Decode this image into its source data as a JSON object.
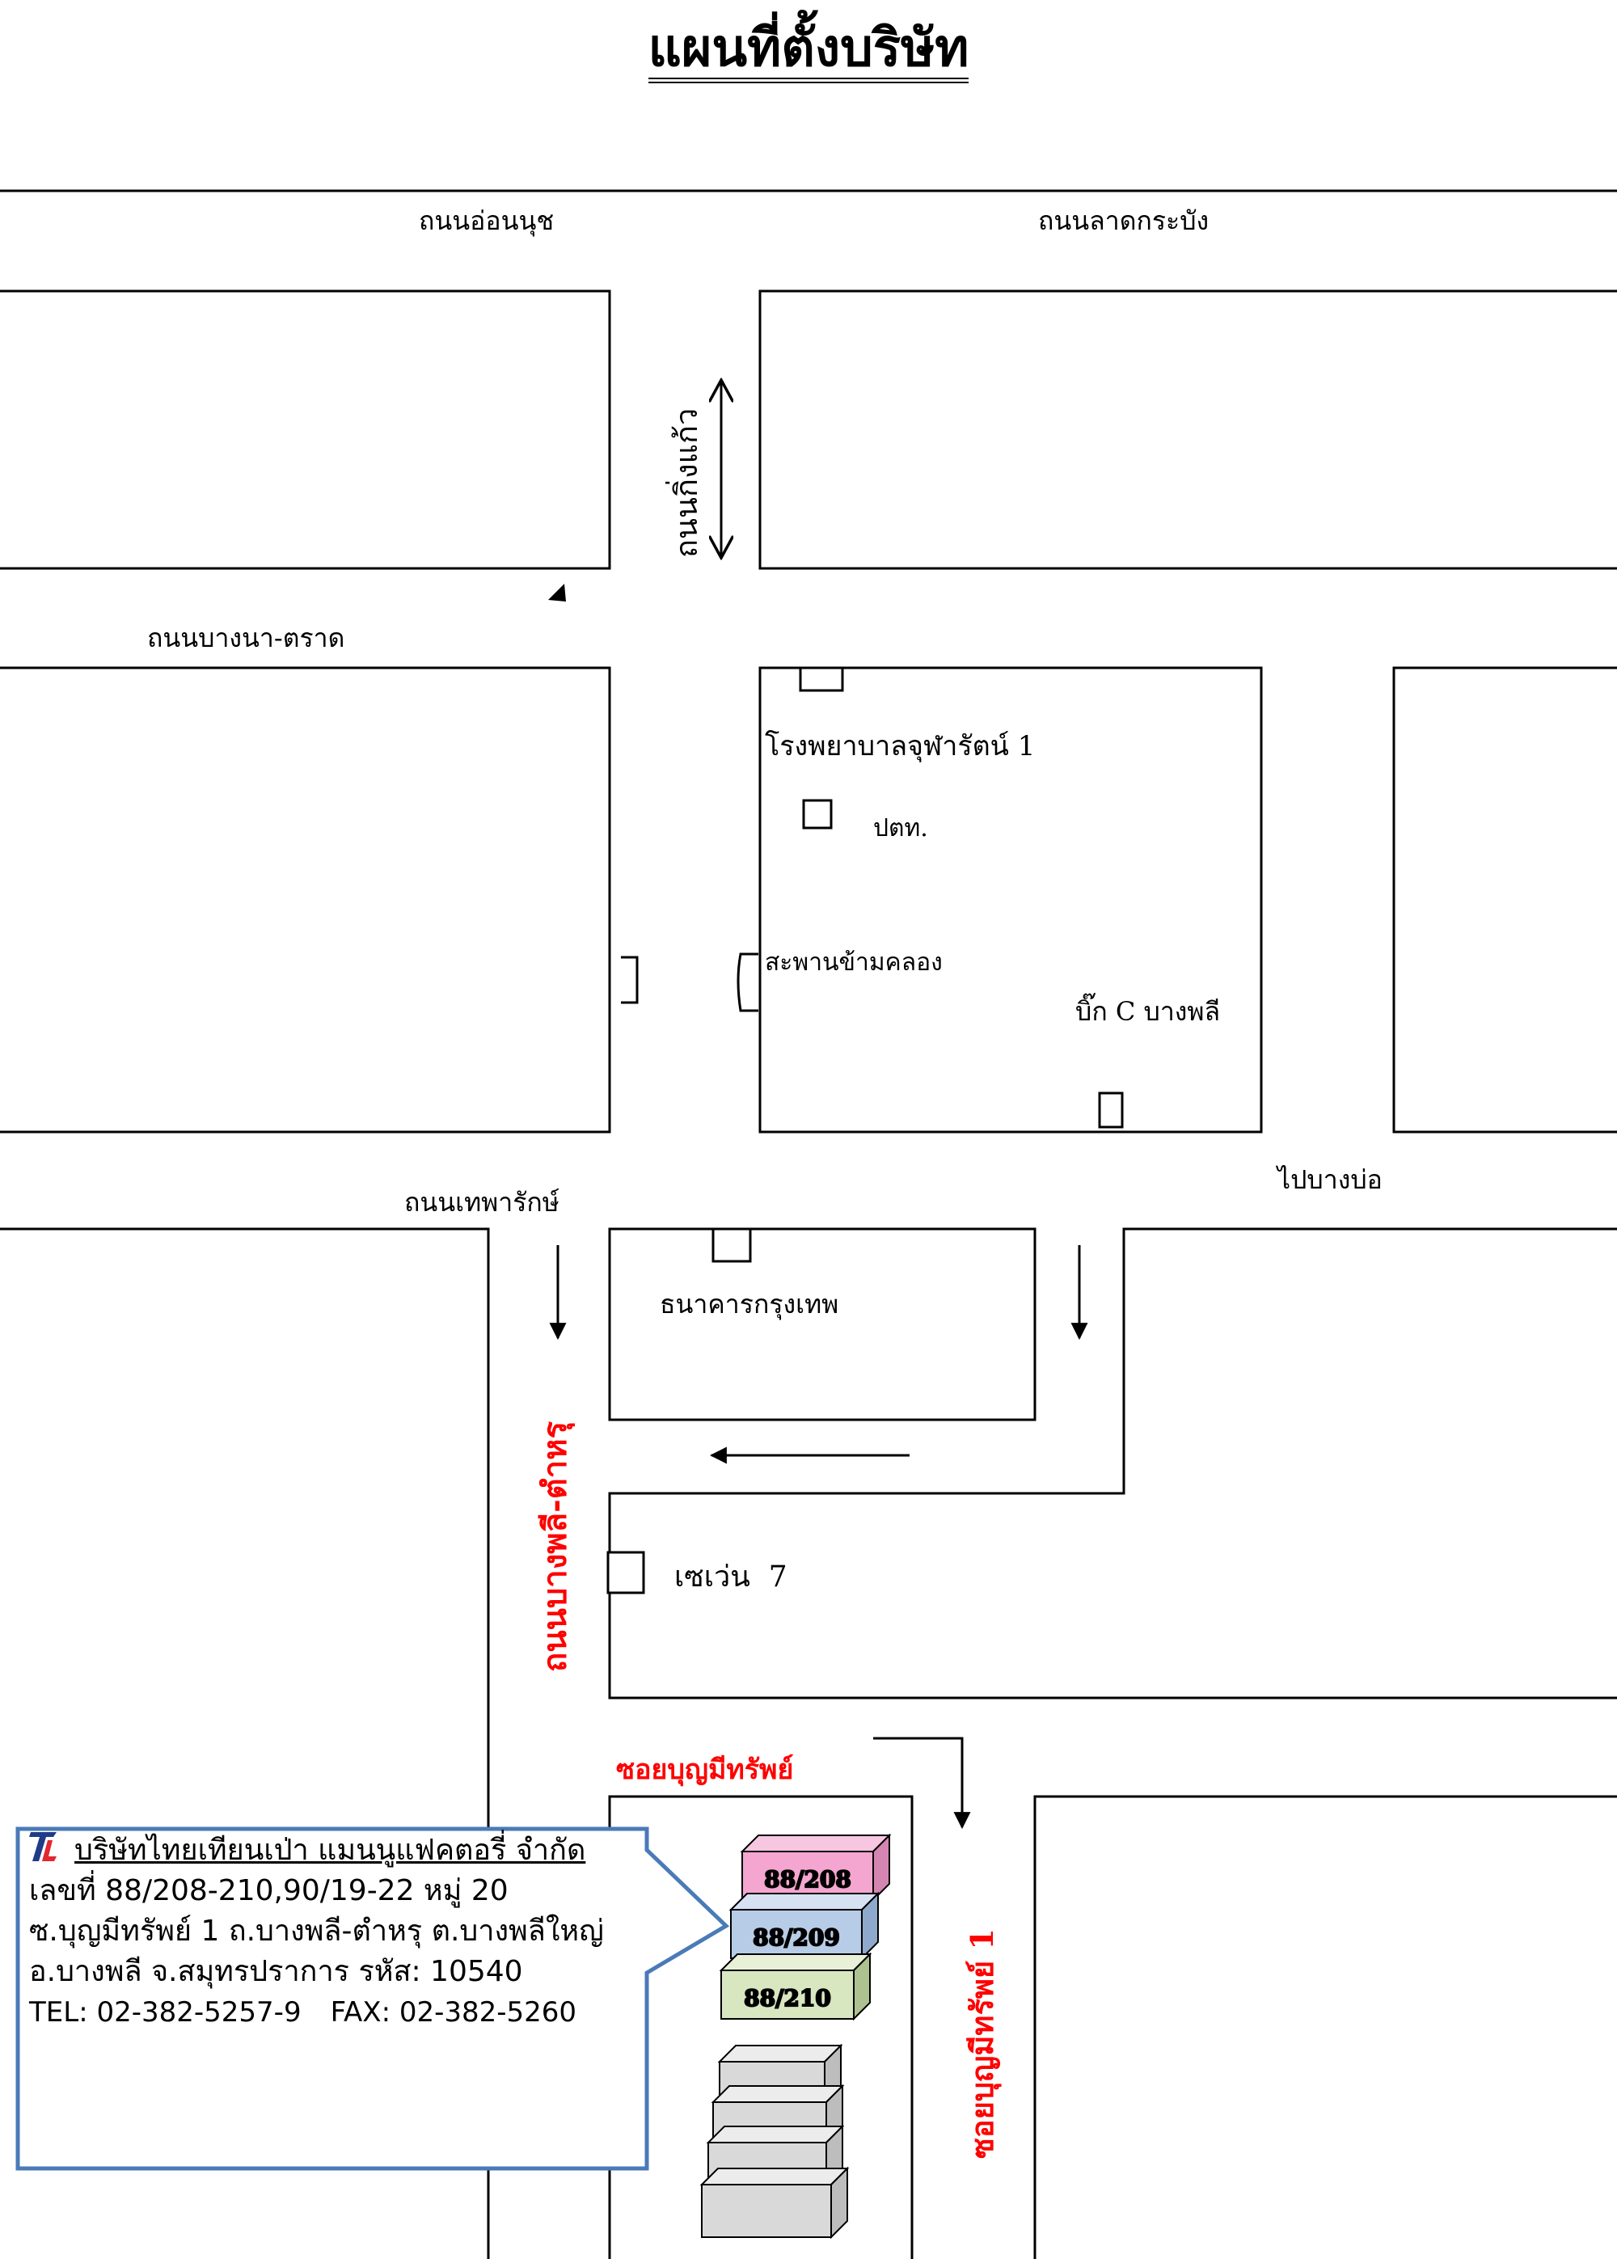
{
  "title": "แผนที่ตั้งบริษัท",
  "roads": {
    "on_nut": "ถนนอ่อนนุช",
    "lat_krabang": "ถนนลาดกระบัง",
    "king_kaew": "ถนนกิ่งแก้ว",
    "bangna_trat": "ถนนบางนา-ตราด",
    "thepharak": "ถนนเทพารักษ์",
    "to_bang_bo": "ไปบางบ่อ",
    "bangphli_tamru": "ถนนบางพลี-ตำหรุ",
    "soi_boonmee": "ซอยบุญมีทรัพย์",
    "soi_boonmee_1": "ซอยบุญมีทรัพย์ 1"
  },
  "landmarks": {
    "hospital": "โรงพยาบาลจุฬารัตน์ 1",
    "ptt": "ปตท.",
    "bridge": "สะพานข้ามคลอง",
    "big_c": "บิ๊ก C บางพลี",
    "bangkok_bank": "ธนาคารกรุงเทพ",
    "seven_eleven": "เซเว่น  7"
  },
  "buildings": [
    "88/208",
    "88/209",
    "88/210"
  ],
  "company": {
    "name": "บริษัทไทยเทียนเป่า แมนนูแฟคตอรี่ จำกัด",
    "address_line1": "เลขที่ 88/208-210,90/19-22 หมู่ 20",
    "address_line2": "ซ.บุญมีทรัพย์ 1 ถ.บางพลี-ตำหรุ ต.บางพลีใหญ่",
    "address_line3": "อ.บางพลี จ.สมุทรปราการ รหัส: 10540",
    "tel": "TEL: 02-382-5257-9",
    "fax": "FAX: 02-382-5260"
  },
  "colors": {
    "road_label_highlight": "#ff0000",
    "callout_border": "#4a7ab8",
    "building_88_208": "#f4a6d0",
    "building_88_209": "#b7cce6",
    "building_88_210": "#d9e7c0",
    "warehouse": "#d9d9d9"
  }
}
